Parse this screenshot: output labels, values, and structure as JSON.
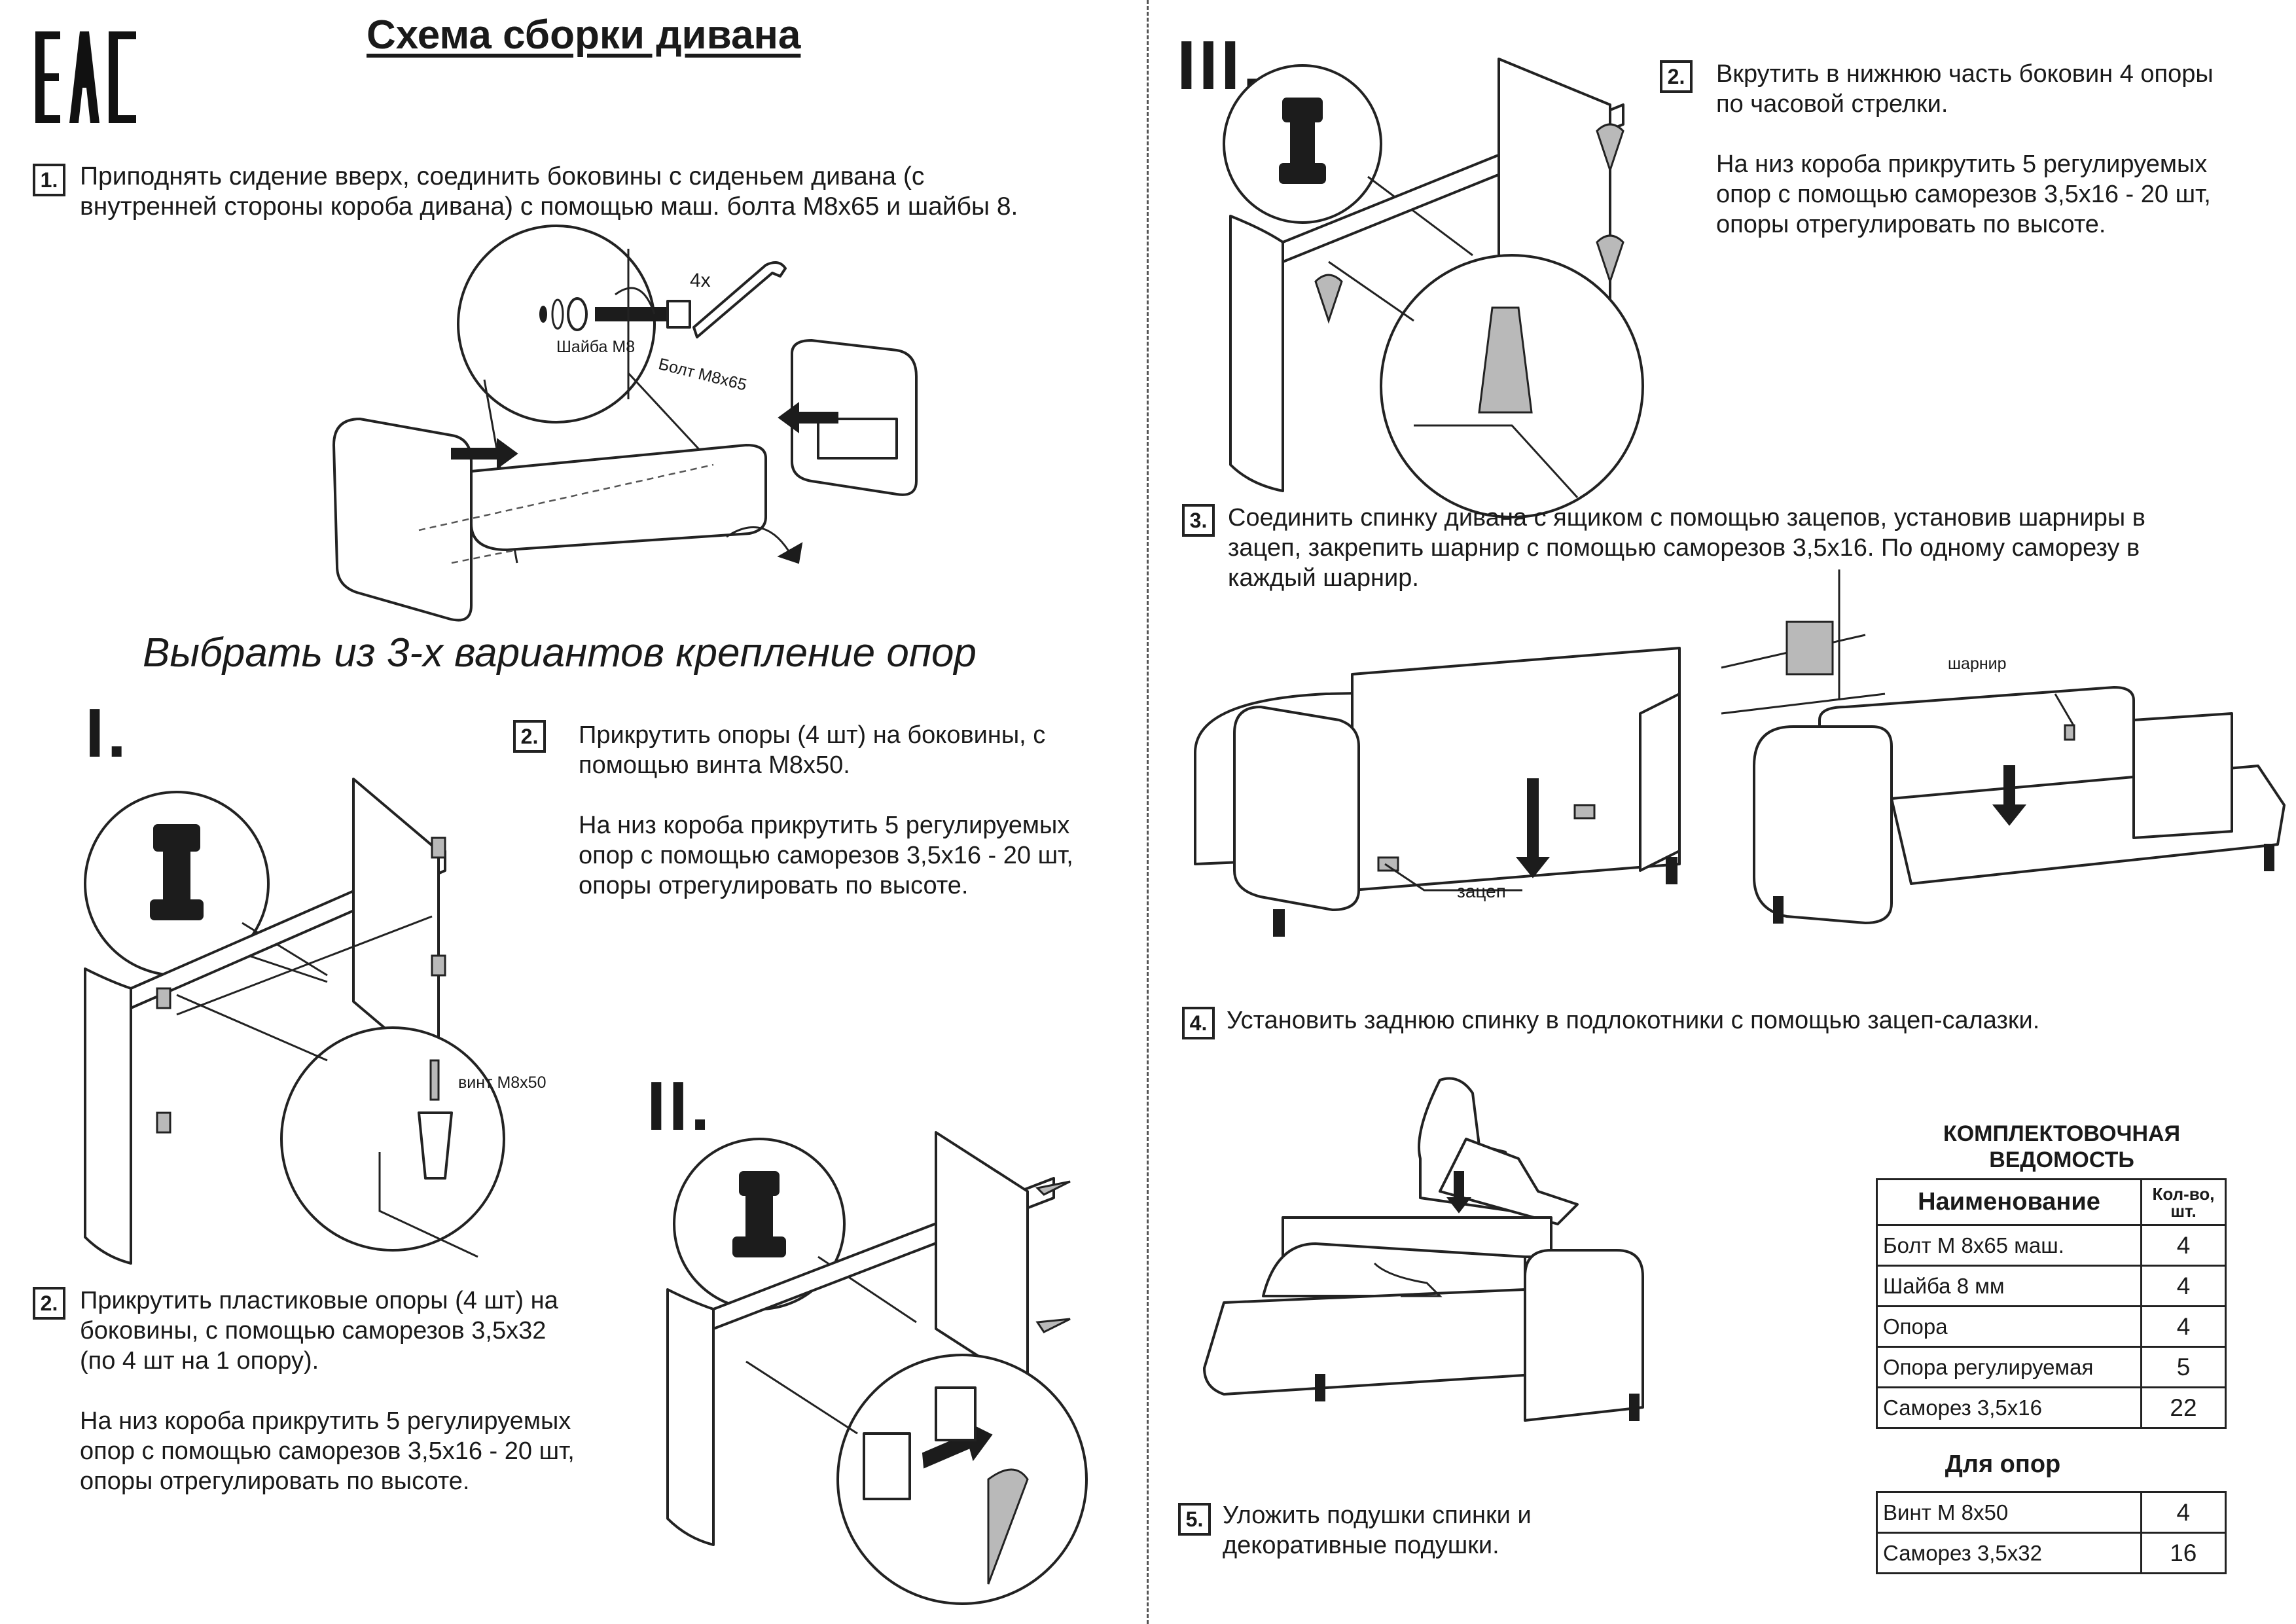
{
  "header": {
    "eac_mark": "EAC",
    "title": "Схема сборки дивана"
  },
  "step1": {
    "num": "1.",
    "text": "Приподнять сидение вверх, соединить боковины с сиденьем дивана (с\nвнутренней стороны короба дивана) с помощью маш. болта М8х65 и шайбы 8.",
    "labels": {
      "count": "4x",
      "washer": "Шайба М8",
      "bolt": "Болт М8х65"
    }
  },
  "variants_heading": "Выбрать из 3-х вариантов крепление опор",
  "variant1": {
    "roman": "I.",
    "step_num": "2.",
    "text": "Прикрутить опоры (4 шт) на боковины, с\nпомощью винта М8х50.\n\nНа низ короба прикрутить 5 регулируемых\nопор с помощью саморезов 3,5х16 - 20 шт,\nопоры отрегулировать по высоте.",
    "screw_label": "винт М8х50"
  },
  "variant2": {
    "roman": "II.",
    "step_num": "2.",
    "text": "Прикрутить пластиковые опоры (4 шт) на\nбоковины, с помощью саморезов 3,5х32\n(по 4 шт на 1 опору).\n\nНа  низ короба прикрутить 5 регулируемых\nопор с помощью саморезов 3,5х16 - 20 шт,\nопоры отрегулировать по высоте."
  },
  "variant3": {
    "roman": "III.",
    "step_num": "2.",
    "text": "Вкрутить в нижнюю часть боковин 4 опоры\nпо часовой стрелки.\n\nНа низ короба прикрутить 5 регулируемых\nопор с помощью саморезов 3,5х16 - 20 шт,\nопоры отрегулировать по высоте."
  },
  "step3": {
    "num": "3.",
    "text": "Соединить спинку дивана с ящиком  с помощью зацепов, установив шарниры в\nзацеп, закрепить шарнир с помощью саморезов 3,5х16. По одному саморезу в\nкаждый шарнир.",
    "hook_label": "зацеп",
    "hinge_label": "шарнир"
  },
  "step4": {
    "num": "4.",
    "text": "Установить заднюю спинку в подлокотники с помощью зацеп-салазки."
  },
  "step5": {
    "num": "5.",
    "text": "Уложить подушки спинки и\nдекоративные подушки."
  },
  "spec": {
    "title": "КОМПЛЕКТОВОЧНАЯ\nВЕДОМОСТЬ",
    "col_name": "Наименование",
    "col_qty": "Кол-во,\nшт.",
    "rows": [
      {
        "name": "Болт М 8х65 маш.",
        "qty": "4"
      },
      {
        "name": "Шайба 8 мм",
        "qty": "4"
      },
      {
        "name": "Опора",
        "qty": "4"
      },
      {
        "name": "Опора регулируемая",
        "qty": "5"
      },
      {
        "name": "Саморез 3,5х16",
        "qty": "22"
      }
    ],
    "supports_title": "Для опор",
    "supports_rows": [
      {
        "name": "Винт М 8х50",
        "qty": "4"
      },
      {
        "name": "Саморез 3,5х32",
        "qty": "16"
      }
    ]
  }
}
